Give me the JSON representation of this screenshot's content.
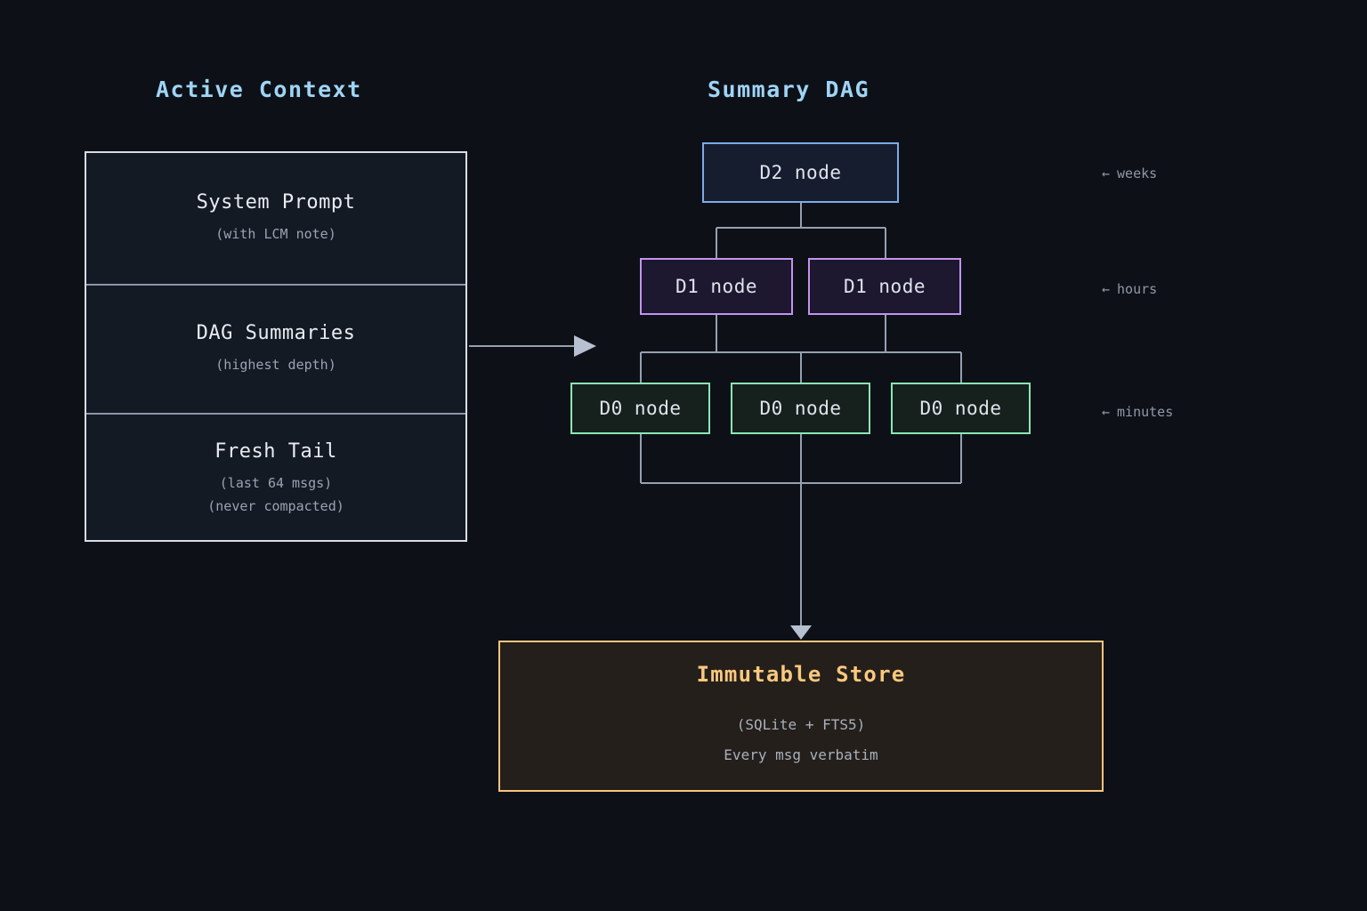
{
  "columns": {
    "active_context_title": "Active Context",
    "summary_dag_title": "Summary DAG"
  },
  "active_context": {
    "sections": [
      {
        "heading": "System Prompt",
        "sub": [
          "(with LCM note)"
        ]
      },
      {
        "heading": "DAG Summaries",
        "sub": [
          "(highest depth)"
        ]
      },
      {
        "heading": "Fresh Tail",
        "sub": [
          "(last 64 msgs)",
          "(never compacted)"
        ]
      }
    ]
  },
  "dag": {
    "nodes": {
      "d2": {
        "label": "D2 node",
        "border_color": "#7cabec",
        "fill_color": "#161d2e"
      },
      "d1_left": {
        "label": "D1 node",
        "border_color": "#c294ee",
        "fill_color": "#1d1730"
      },
      "d1_right": {
        "label": "D1 node",
        "border_color": "#c294ee",
        "fill_color": "#1d1730"
      },
      "d0_left": {
        "label": "D0 node",
        "border_color": "#8ae8b4",
        "fill_color": "#16211d"
      },
      "d0_mid": {
        "label": "D0 node",
        "border_color": "#8ae8b4",
        "fill_color": "#16211d"
      },
      "d0_right": {
        "label": "D0 node",
        "border_color": "#8ae8b4",
        "fill_color": "#16211d"
      }
    },
    "scale_labels": [
      {
        "arrow": "←",
        "text": "weeks"
      },
      {
        "arrow": "←",
        "text": "hours"
      },
      {
        "arrow": "←",
        "text": "minutes"
      }
    ]
  },
  "immutable_store": {
    "title": "Immutable Store",
    "sub_1": "(SQLite + FTS5)",
    "sub_2": "Every msg verbatim",
    "border_color": "#f9c47c",
    "fill_color": "#241f1b"
  },
  "colors": {
    "background": "#0d1117",
    "title_blue": "#9fd4f5",
    "connector": "#97a0b0",
    "panel_border": "#d7dce5",
    "panel_fill": "#141a24"
  }
}
